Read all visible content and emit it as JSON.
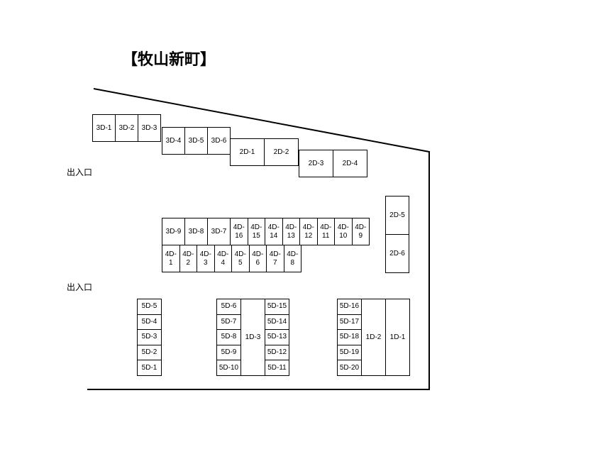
{
  "title": "【牧山新町】",
  "entrances": [
    "出入口",
    "出入口"
  ],
  "spaces": {
    "r1": [
      "3D-1",
      "3D-2",
      "3D-3"
    ],
    "r2": [
      "3D-4",
      "3D-5",
      "3D-6"
    ],
    "r3": [
      "2D-1",
      "2D-2"
    ],
    "r4": [
      "2D-3",
      "2D-4"
    ],
    "col2d": [
      "2D-5",
      "2D-6"
    ],
    "r5a": [
      "3D-9",
      "3D-8",
      "3D-7"
    ],
    "r5b": [
      "4D-\n16",
      "4D-\n15",
      "4D-\n14",
      "4D-\n13",
      "4D-\n12",
      "4D-\n11",
      "4D-\n10",
      "4D-\n9"
    ],
    "r6": [
      "4D-\n1",
      "4D-\n2",
      "4D-\n3",
      "4D-\n4",
      "4D-\n5",
      "4D-\n6",
      "4D-\n7",
      "4D-\n8"
    ],
    "colA": [
      "5D-5",
      "5D-4",
      "5D-3",
      "5D-2",
      "5D-1"
    ],
    "colB": [
      "5D-6",
      "5D-7",
      "5D-8",
      "5D-9",
      "5D-10"
    ],
    "colB_mid": "1D-3",
    "colC": [
      "5D-15",
      "5D-14",
      "5D-13",
      "5D-12",
      "5D-11"
    ],
    "colD": [
      "5D-16",
      "5D-17",
      "5D-18",
      "5D-19",
      "5D-20"
    ],
    "colD_mid1": "1D-2",
    "colD_mid2": "1D-1"
  }
}
